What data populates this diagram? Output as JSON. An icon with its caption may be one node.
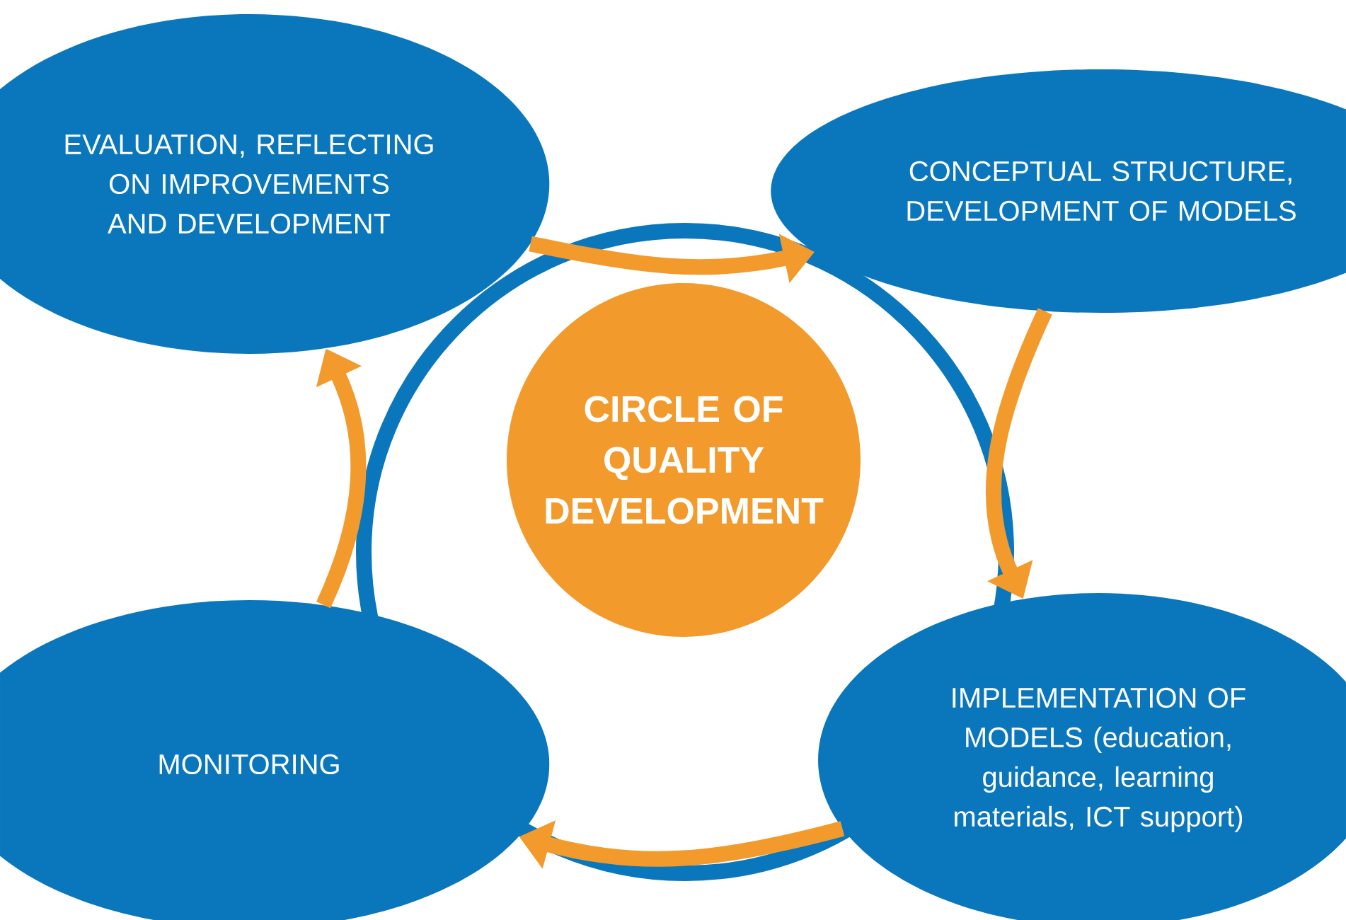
{
  "diagram": {
    "nodes": [
      {
        "text": [
          "EVALUATION, REFLECTING ON IMPROVEMENTS AND DEVELOPMENT"
        ]
      },
      {
        "text": [
          "CONCEPTUAL STRUCTURE, DEVELOPMENT OF MODELS"
        ]
      },
      {
        "text": [
          "CIRCLE OF QUALITY DEVELOPMENT"
        ]
      },
      {
        "text": [
          "MONITORING"
        ]
      },
      {
        "text": [
          "IMPLEMENTATION OF MODELS (education, guidance, learning materials, ICT support)"
        ]
      }
    ],
    "edges": [
      {
        "from": 0,
        "to": 1,
        "arrow": "to"
      },
      {
        "from": 1,
        "to": 4,
        "arrow": "to"
      },
      {
        "from": 4,
        "to": 3,
        "arrow": "to"
      },
      {
        "from": 3,
        "to": 0,
        "arrow": "to"
      }
    ]
  }
}
